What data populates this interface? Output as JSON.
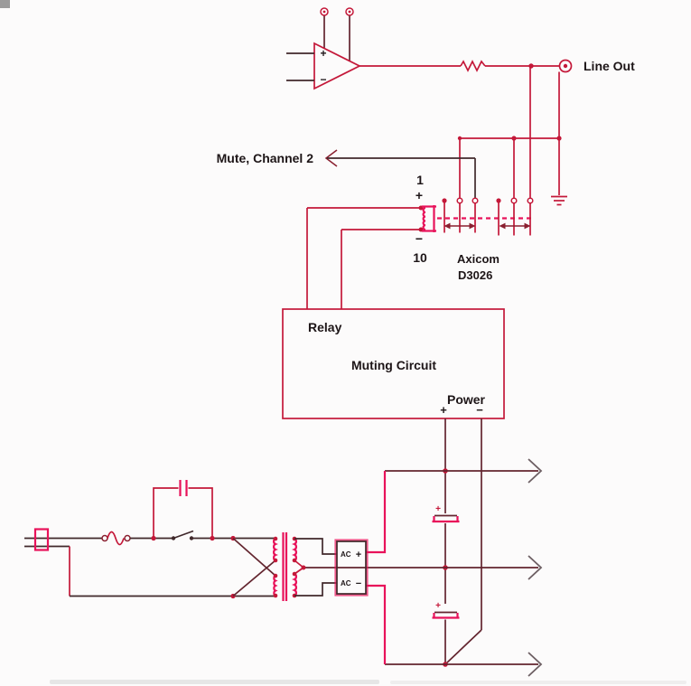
{
  "colors": {
    "background": "#fcfbfb",
    "wire": "#c41839",
    "component": "#e8125a",
    "dark": "#40282b",
    "rail": "#63252f",
    "arrow": "#6d5f63",
    "mech": "#8a2030",
    "text": "#1d1517"
  },
  "opamp": {
    "noninv": "+",
    "inv": "−"
  },
  "labels": {
    "line_out": "Line Out",
    "mute_channel": "Mute, Channel 2"
  },
  "relay": {
    "pin_top": "1",
    "coil_plus": "+",
    "coil_minus": "−",
    "pin_bottom": "10",
    "manufacturer": "Axicom",
    "model": "D3026"
  },
  "muting_box": {
    "relay_label": "Relay",
    "title": "Muting Circuit",
    "power_label": "Power",
    "plus": "+",
    "minus": "−"
  },
  "rectifier": {
    "ac_top": "AC",
    "plus": "+",
    "ac_bottom": "AC",
    "minus": "−"
  },
  "filter_caps": {
    "cap1_polarity": "+",
    "cap2_polarity": "+"
  }
}
